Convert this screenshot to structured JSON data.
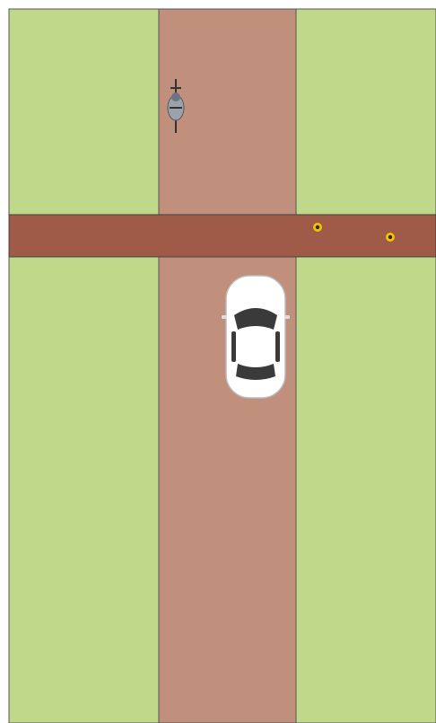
{
  "scene": {
    "colors": {
      "grass": "#c0d88a",
      "vertical_road": "#c0907d",
      "crossing_road": "#a05a48",
      "border": "#555555",
      "car_body": "#ffffff",
      "car_glass": "#3a3a3a",
      "pedestrian_marker": "#f2c400"
    },
    "elements": [
      {
        "name": "bicycle-icon",
        "kind": "bicycle"
      },
      {
        "name": "car",
        "kind": "car",
        "color": "white"
      },
      {
        "name": "pedestrian-marker",
        "kind": "pedestrian"
      },
      {
        "name": "pedestrian-marker",
        "kind": "pedestrian"
      }
    ]
  }
}
